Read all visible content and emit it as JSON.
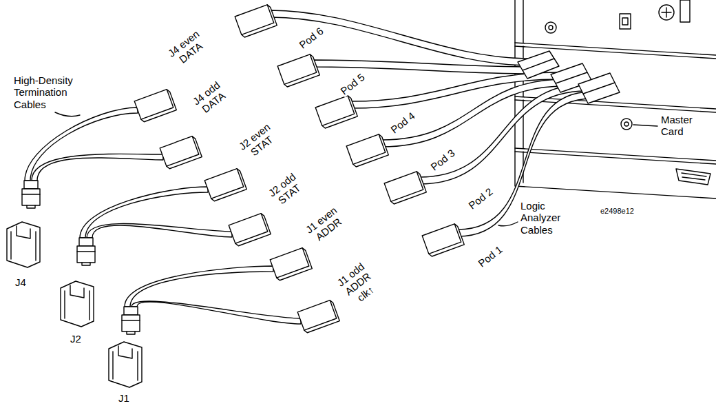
{
  "diagram": {
    "labels": [
      "Pod 6",
      "Pod 5",
      "Pod 4",
      "Pod 3",
      "Pod 2",
      "Pod 1",
      "J4 even DATA",
      "J4 odd DATA",
      "J2 even STAT",
      "J2 odd STAT",
      "J1 even ADDR",
      "J1 odd ADDR clk↑",
      "High-Density Termination Cables",
      "Logic Analyzer Cables",
      "Master Card",
      "e2498e12",
      "J4",
      "J2",
      "J1"
    ]
  }
}
